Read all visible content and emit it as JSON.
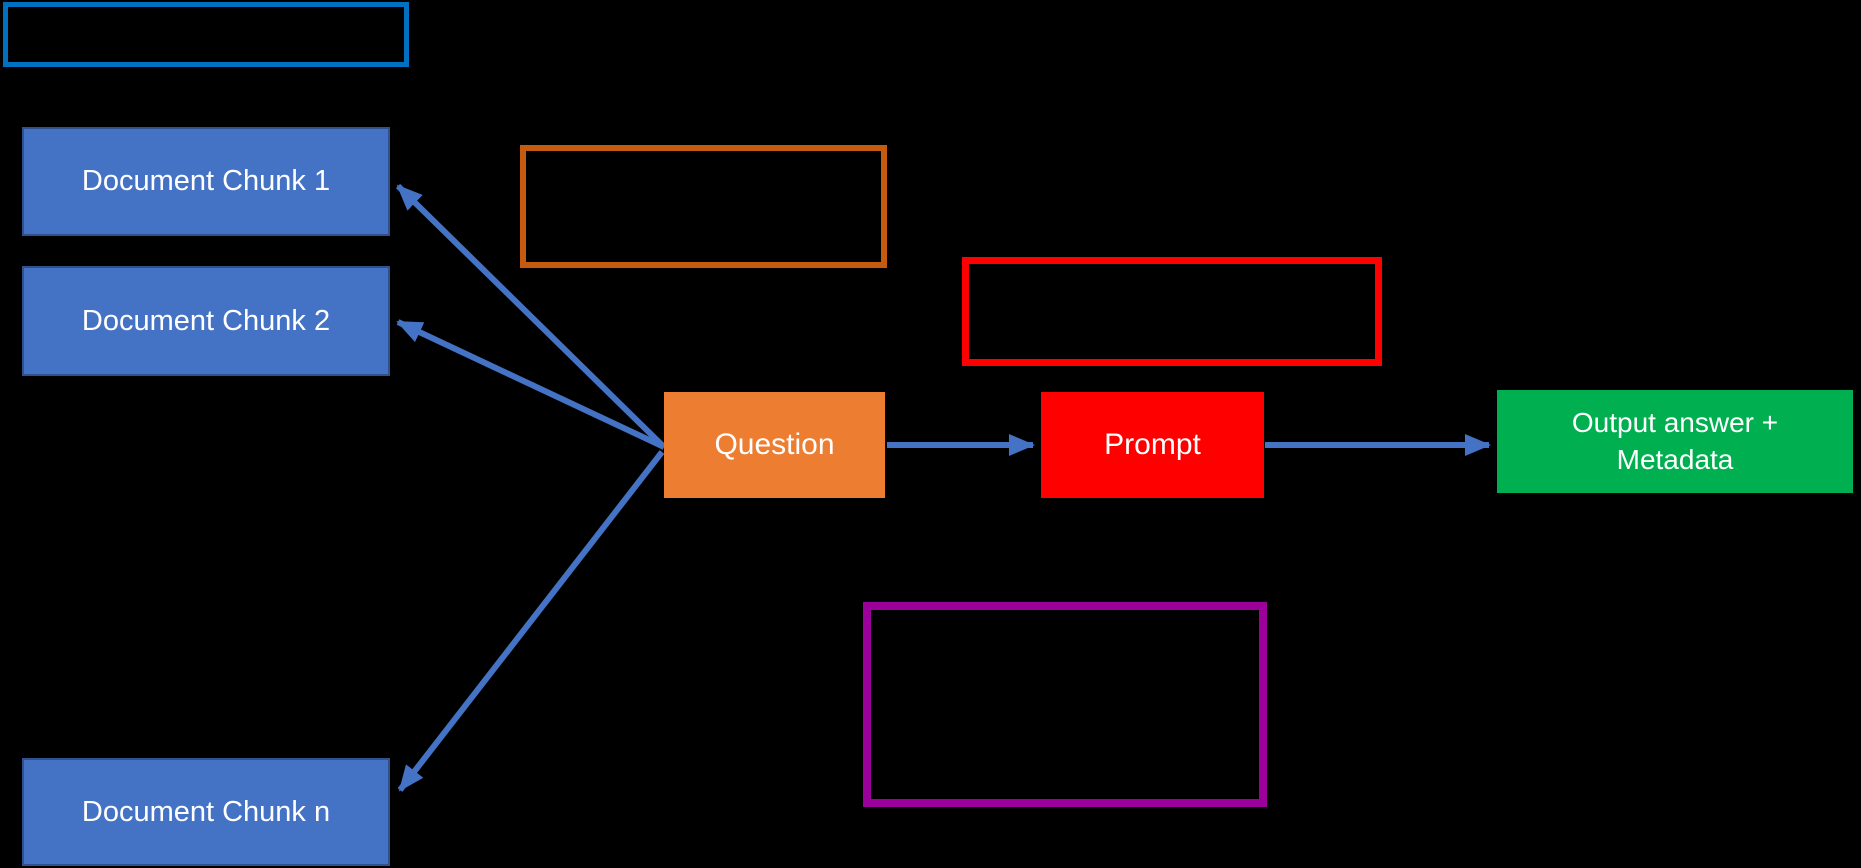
{
  "canvas": {
    "background": "#000000"
  },
  "diagram": {
    "type": "flowchart",
    "nodes": {
      "outline_box_blue": {
        "label": "",
        "type": "outline",
        "color": "#0070C0"
      },
      "chunk1": {
        "label": "Document Chunk 1",
        "type": "filled",
        "fill": "#4472C4",
        "border": "#2F528F",
        "text_color": "#FFFFFF"
      },
      "chunk2": {
        "label": "Document Chunk 2",
        "type": "filled",
        "fill": "#4472C4",
        "border": "#2F528F",
        "text_color": "#FFFFFF"
      },
      "chunkn": {
        "label": "Document Chunk n",
        "type": "filled",
        "fill": "#4472C4",
        "border": "#2F528F",
        "text_color": "#FFFFFF"
      },
      "outline_box_orange": {
        "label": "",
        "type": "outline",
        "color": "#C55A11"
      },
      "question": {
        "label": "Question",
        "type": "filled",
        "fill": "#ED7D31",
        "border": "#ED7D31",
        "text_color": "#FFFFFF"
      },
      "outline_box_red": {
        "label": "",
        "type": "outline",
        "color": "#FF0000"
      },
      "prompt": {
        "label": "Prompt",
        "type": "filled",
        "fill": "#FF0000",
        "border": "#FF0000",
        "text_color": "#FFFFFF"
      },
      "output": {
        "label": "Output answer + Metadata",
        "type": "filled",
        "fill": "#00B050",
        "border": "#00B050",
        "text_color": "#FFFFFF"
      },
      "outline_box_purple": {
        "label": "",
        "type": "outline",
        "color": "#9B009B"
      }
    },
    "edges": [
      {
        "from": "question",
        "to": "chunk1",
        "color": "#4472C4",
        "points": [
          [
            664,
            447
          ],
          [
            398,
            186
          ]
        ]
      },
      {
        "from": "question",
        "to": "chunk2",
        "color": "#4472C4",
        "points": [
          [
            664,
            447
          ],
          [
            398,
            322
          ]
        ]
      },
      {
        "from": "question",
        "to": "chunkn",
        "color": "#4472C4",
        "points": [
          [
            662,
            452
          ],
          [
            400,
            790
          ]
        ]
      },
      {
        "from": "question",
        "to": "prompt",
        "color": "#4472C4",
        "points": [
          [
            887,
            445
          ],
          [
            1033,
            445
          ]
        ]
      },
      {
        "from": "prompt",
        "to": "output",
        "color": "#4472C4",
        "points": [
          [
            1265,
            445
          ],
          [
            1489,
            445
          ]
        ]
      }
    ],
    "arrow_color": "#4472C4",
    "stroke_width": 6
  }
}
